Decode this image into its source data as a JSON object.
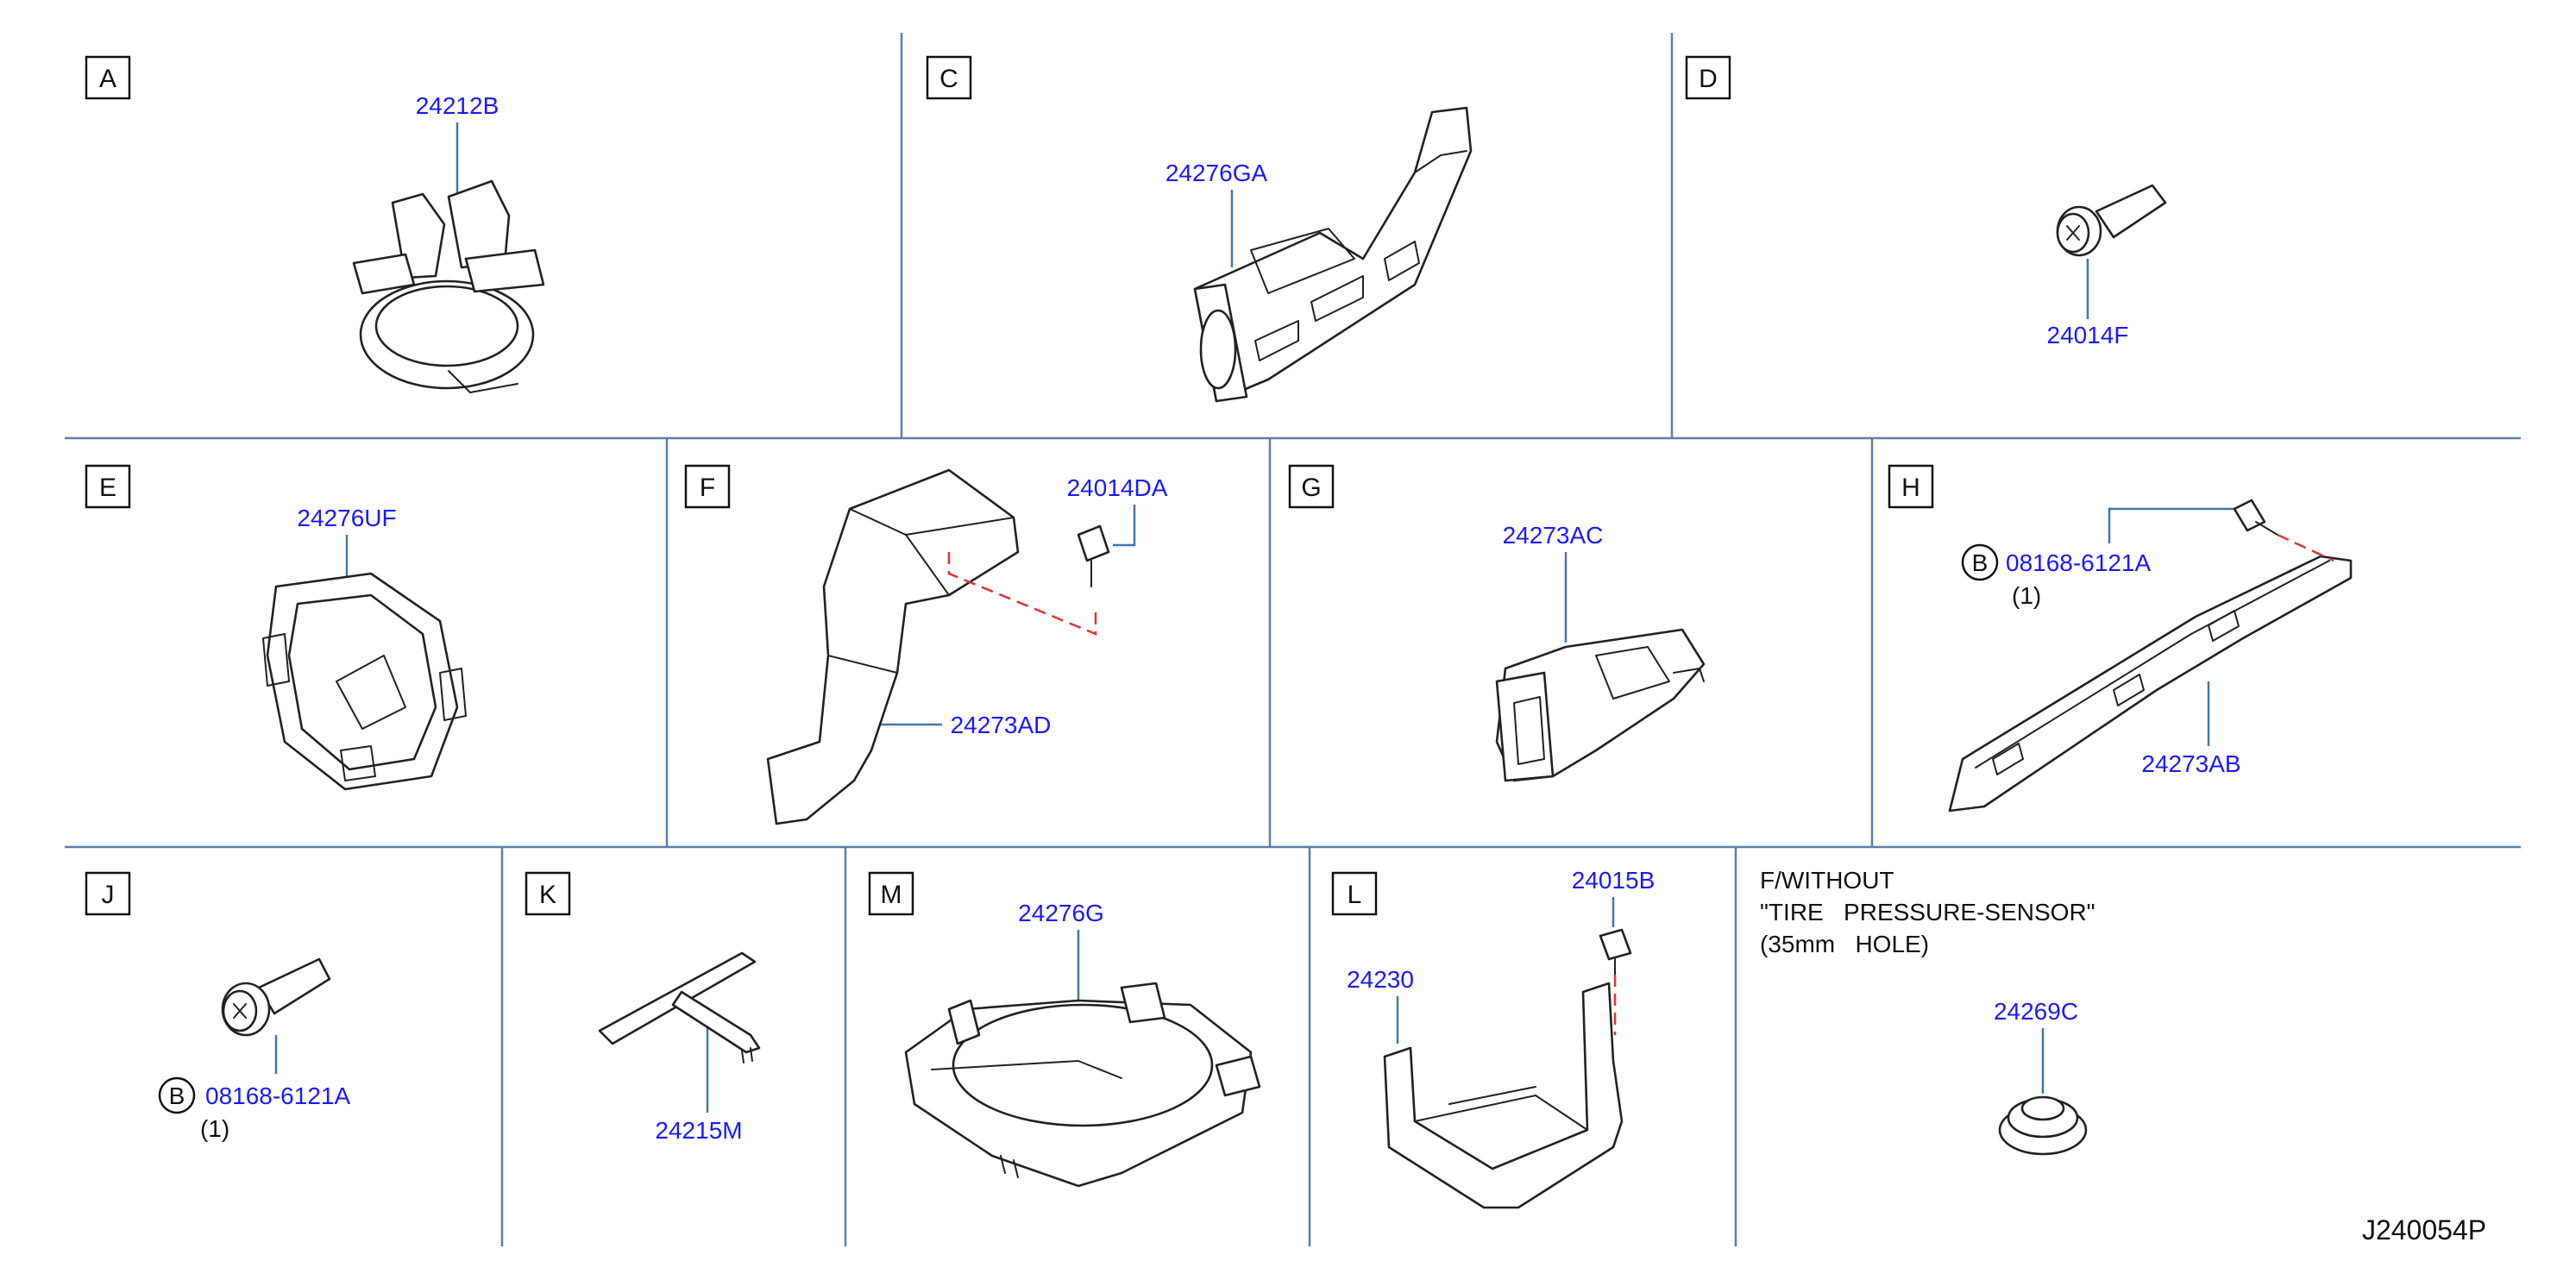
{
  "diagram_code": "J240054P",
  "sections": {
    "A": {
      "letter": "A",
      "parts": [
        "24212B"
      ]
    },
    "C": {
      "letter": "C",
      "parts": [
        "24276GA"
      ]
    },
    "D": {
      "letter": "D",
      "parts": [
        "24014F"
      ]
    },
    "E": {
      "letter": "E",
      "parts": [
        "24276UF"
      ]
    },
    "F": {
      "letter": "F",
      "parts": [
        "24014DA",
        "24273AD"
      ]
    },
    "G": {
      "letter": "G",
      "parts": [
        "24273AC"
      ]
    },
    "H": {
      "letter": "H",
      "parts": [
        "08168-6121A",
        "24273AB"
      ],
      "ref": "B",
      "qty": "(1)"
    },
    "J": {
      "letter": "J",
      "parts": [
        "08168-6121A"
      ],
      "ref": "B",
      "qty": "(1)"
    },
    "K": {
      "letter": "K",
      "parts": [
        "24215M"
      ]
    },
    "M": {
      "letter": "M",
      "parts": [
        "24276G"
      ]
    },
    "L": {
      "letter": "L",
      "parts": [
        "24015B",
        "24230"
      ]
    },
    "N": {
      "note_lines": [
        "F/WITHOUT",
        "\"TIRE   PRESSURE-SENSOR\"",
        "(35mm   HOLE)"
      ],
      "parts": [
        "24269C"
      ]
    }
  }
}
